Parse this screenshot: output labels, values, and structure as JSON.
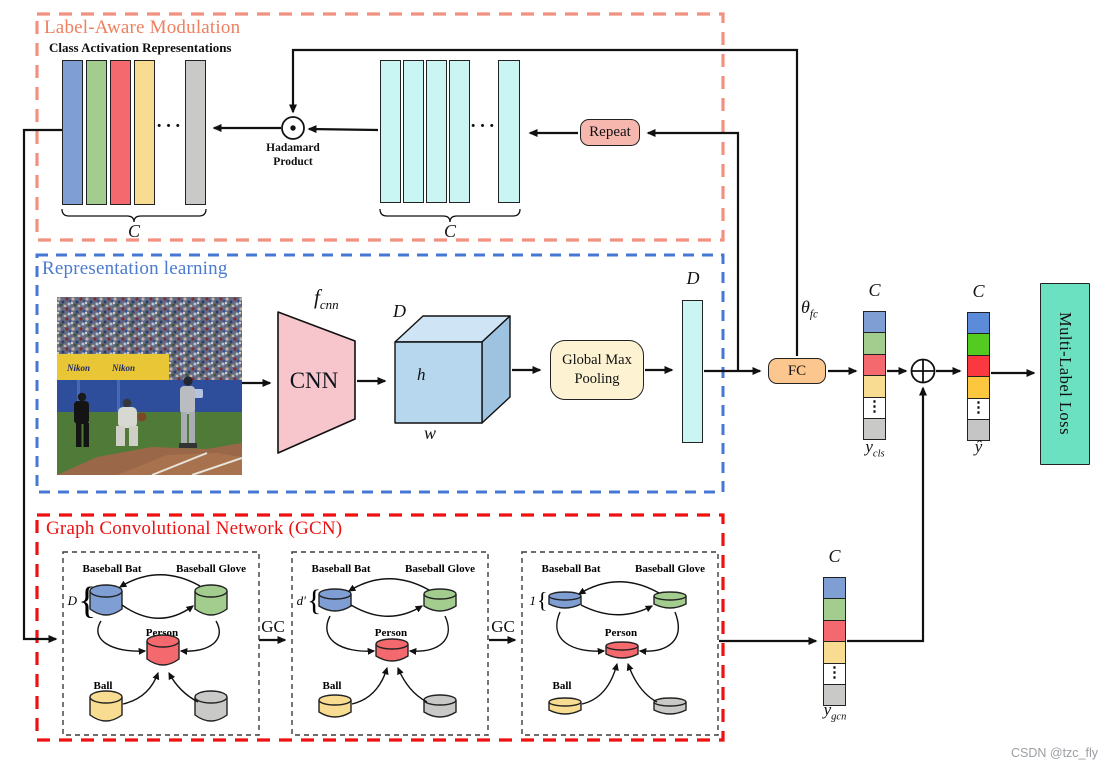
{
  "label_aware": {
    "title": "Label-Aware Modulation",
    "car_label": "Class Activation Representations",
    "hadamard_line1": "Hadamard",
    "hadamard_line2": "Product",
    "repeat_label": "Repeat"
  },
  "representation": {
    "title": "Representation learning",
    "cnn_label": "CNN",
    "f_main": "f",
    "f_sub": "cnn",
    "cube_d": "D",
    "cube_h": "h",
    "cube_w": "w",
    "gmp_line1": "Global Max",
    "gmp_line2": "Pooling",
    "dvec_label": "D",
    "fc_label": "FC",
    "theta_main": "θ",
    "theta_sub": "fc"
  },
  "outputs": {
    "dim_label": "C",
    "y_main": "y",
    "y_cls_sub": "cls",
    "y_hat": "ŷ",
    "y_gcn_sub": "gcn",
    "loss_label": "Multi-Label Loss"
  },
  "gcn": {
    "title": "Graph Convolutional Network (GCN)",
    "gc_label": "GC",
    "node_labels": {
      "bat": "Baseball Bat",
      "glove": "Baseball Glove",
      "person": "Person",
      "ball": "Ball"
    },
    "dims": [
      "D",
      "d′",
      "1"
    ]
  },
  "photo": {
    "banner_text": "Nikon"
  },
  "glyphs": {
    "dots_h": "···",
    "dots_v": "⋮"
  },
  "watermark": "CSDN @tzc_fly",
  "colors": {
    "section_orange": "#f29180",
    "section_blue": "#4577d4",
    "section_red": "#ee1111",
    "bar_blue": "#7f9fd4",
    "bar_green": "#a3cd8e",
    "bar_red": "#f4696e",
    "bar_yellow": "#f7dc92",
    "bar_gray": "#c9c9c7",
    "cyan_bar": "#c9f5f3",
    "repeat_fill": "#f6b7ae",
    "fc_fill": "#fbc78e",
    "gmp_fill": "#fdf3d2",
    "loss_fill": "#6be1c2",
    "cnn_fill": "#f6c6cc",
    "cube_front": "#b7d7ef",
    "bright_blue": "#5b8bd9",
    "bright_green": "#53cb21",
    "bright_red": "#f9383f",
    "bright_yellow": "#fcc63f"
  }
}
